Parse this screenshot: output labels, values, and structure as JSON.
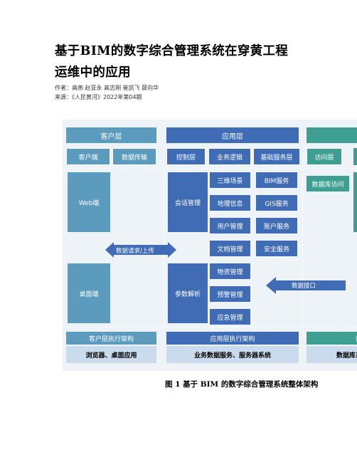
{
  "article": {
    "title_line1": "基于BIM的数字综合管理系统在穿黄工程",
    "title_line2": "运维中的应用",
    "authors": "作者：高燕 赵亚永 高志刚 崔凯飞 薛向华",
    "source": "来源：《人民黄河》2022年第04期"
  },
  "figure": {
    "caption": "图 1    基于 BIM 的数字综合管理系统整体架构",
    "columns": {
      "client": {
        "header": "客户层",
        "sub": [
          "客户端",
          "数据传输"
        ],
        "left_box_top": "Web端",
        "left_box_bottom": "桌面端",
        "arch_header": "客户层执行架构",
        "arch_content": "浏览器、桌面应用"
      },
      "app": {
        "header": "应用层",
        "sub": [
          "控制层",
          "业务逻辑",
          "基础服务层"
        ],
        "left_box_top": "会话管理",
        "left_box_bottom": "参数解析",
        "middle": [
          "三维场景",
          "地理信息",
          "用户管理",
          "文档管理",
          "物资管理",
          "预警管理",
          "应急管理"
        ],
        "right": [
          "BIM服务",
          "GIS服务",
          "账户服务",
          "安全服务"
        ],
        "arch_header": "应用层执行架构",
        "arch_content": "业务数据服务、服务器系统"
      },
      "data": {
        "header": "",
        "sub": [
          "访问层"
        ],
        "access_box": "数据库访问",
        "arch_header": "数",
        "arch_content": "数据库系"
      }
    },
    "arrows": {
      "request": "数据请求/上传",
      "interface": "数据接口"
    },
    "colors": {
      "light_blue": "#5b9bbd",
      "dark_blue": "#3f6cb4",
      "teal": "#3e9e91",
      "pale_bar": "#c9dbec",
      "background": "#eef3f8"
    }
  }
}
